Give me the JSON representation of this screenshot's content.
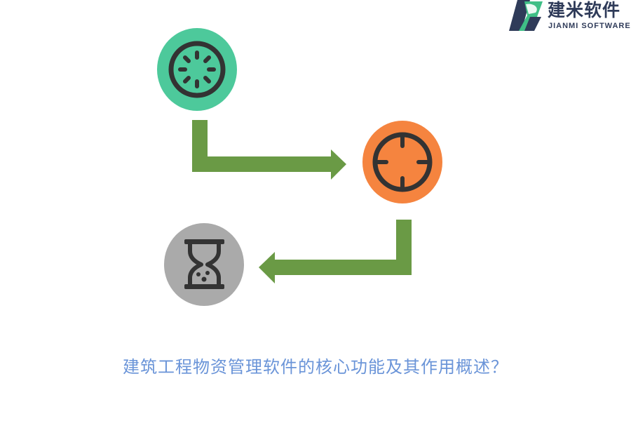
{
  "logo": {
    "name_cn": "建米软件",
    "name_en": "JIANMI SOFTWARE"
  },
  "caption": "建筑工程物资管理软件的核心功能及其作用概述？",
  "colors": {
    "green_circle": "#4dc99b",
    "orange_circle": "#f5843f",
    "gray_circle": "#aaaaaa",
    "arrow": "#6a9a45",
    "icon_stroke": "#333333",
    "caption": "#6a94d8",
    "logo_dark": "#2f3b59",
    "logo_green": "#3fbf86"
  },
  "icons": [
    "loading-spinner-icon",
    "target-crosshair-icon",
    "hourglass-icon"
  ]
}
